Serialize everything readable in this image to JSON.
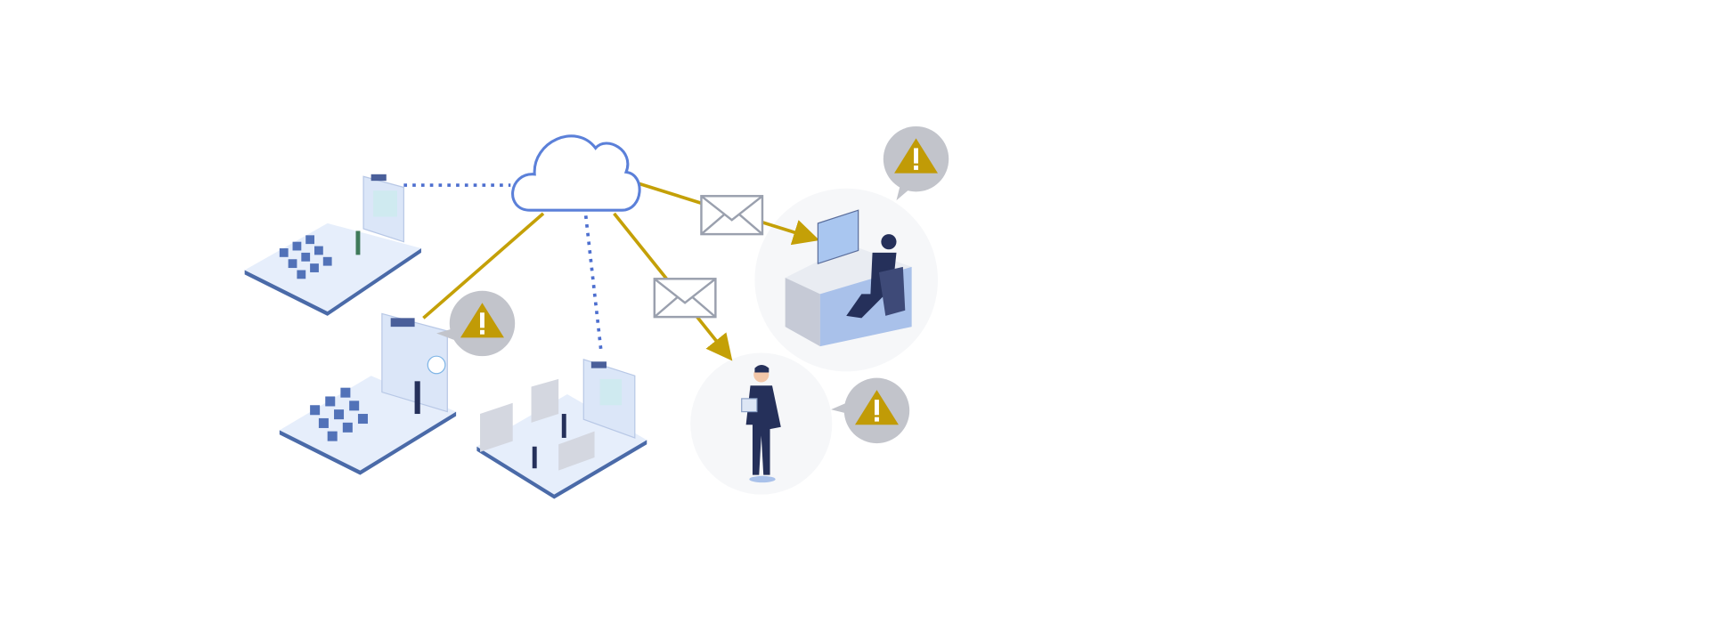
{
  "colors": {
    "cloud_stroke": "#5b80d9",
    "gold_line": "#c4a007",
    "dotted_line": "#4d6fcf",
    "warning_bubble": "#c2c4cb",
    "warning_triangle": "#c19b06",
    "envelope_stroke": "#9aa0ae",
    "highlight_circle": "#f6f7f9",
    "floor_top": "#e6eefb",
    "floor_edge": "#4a6aa8",
    "suit": "#25305a"
  },
  "icons": [
    "cloud-icon",
    "envelope-icon",
    "warning-icon",
    "classroom-illustration",
    "office-illustration",
    "person-at-desk-illustration",
    "standing-person-illustration"
  ]
}
